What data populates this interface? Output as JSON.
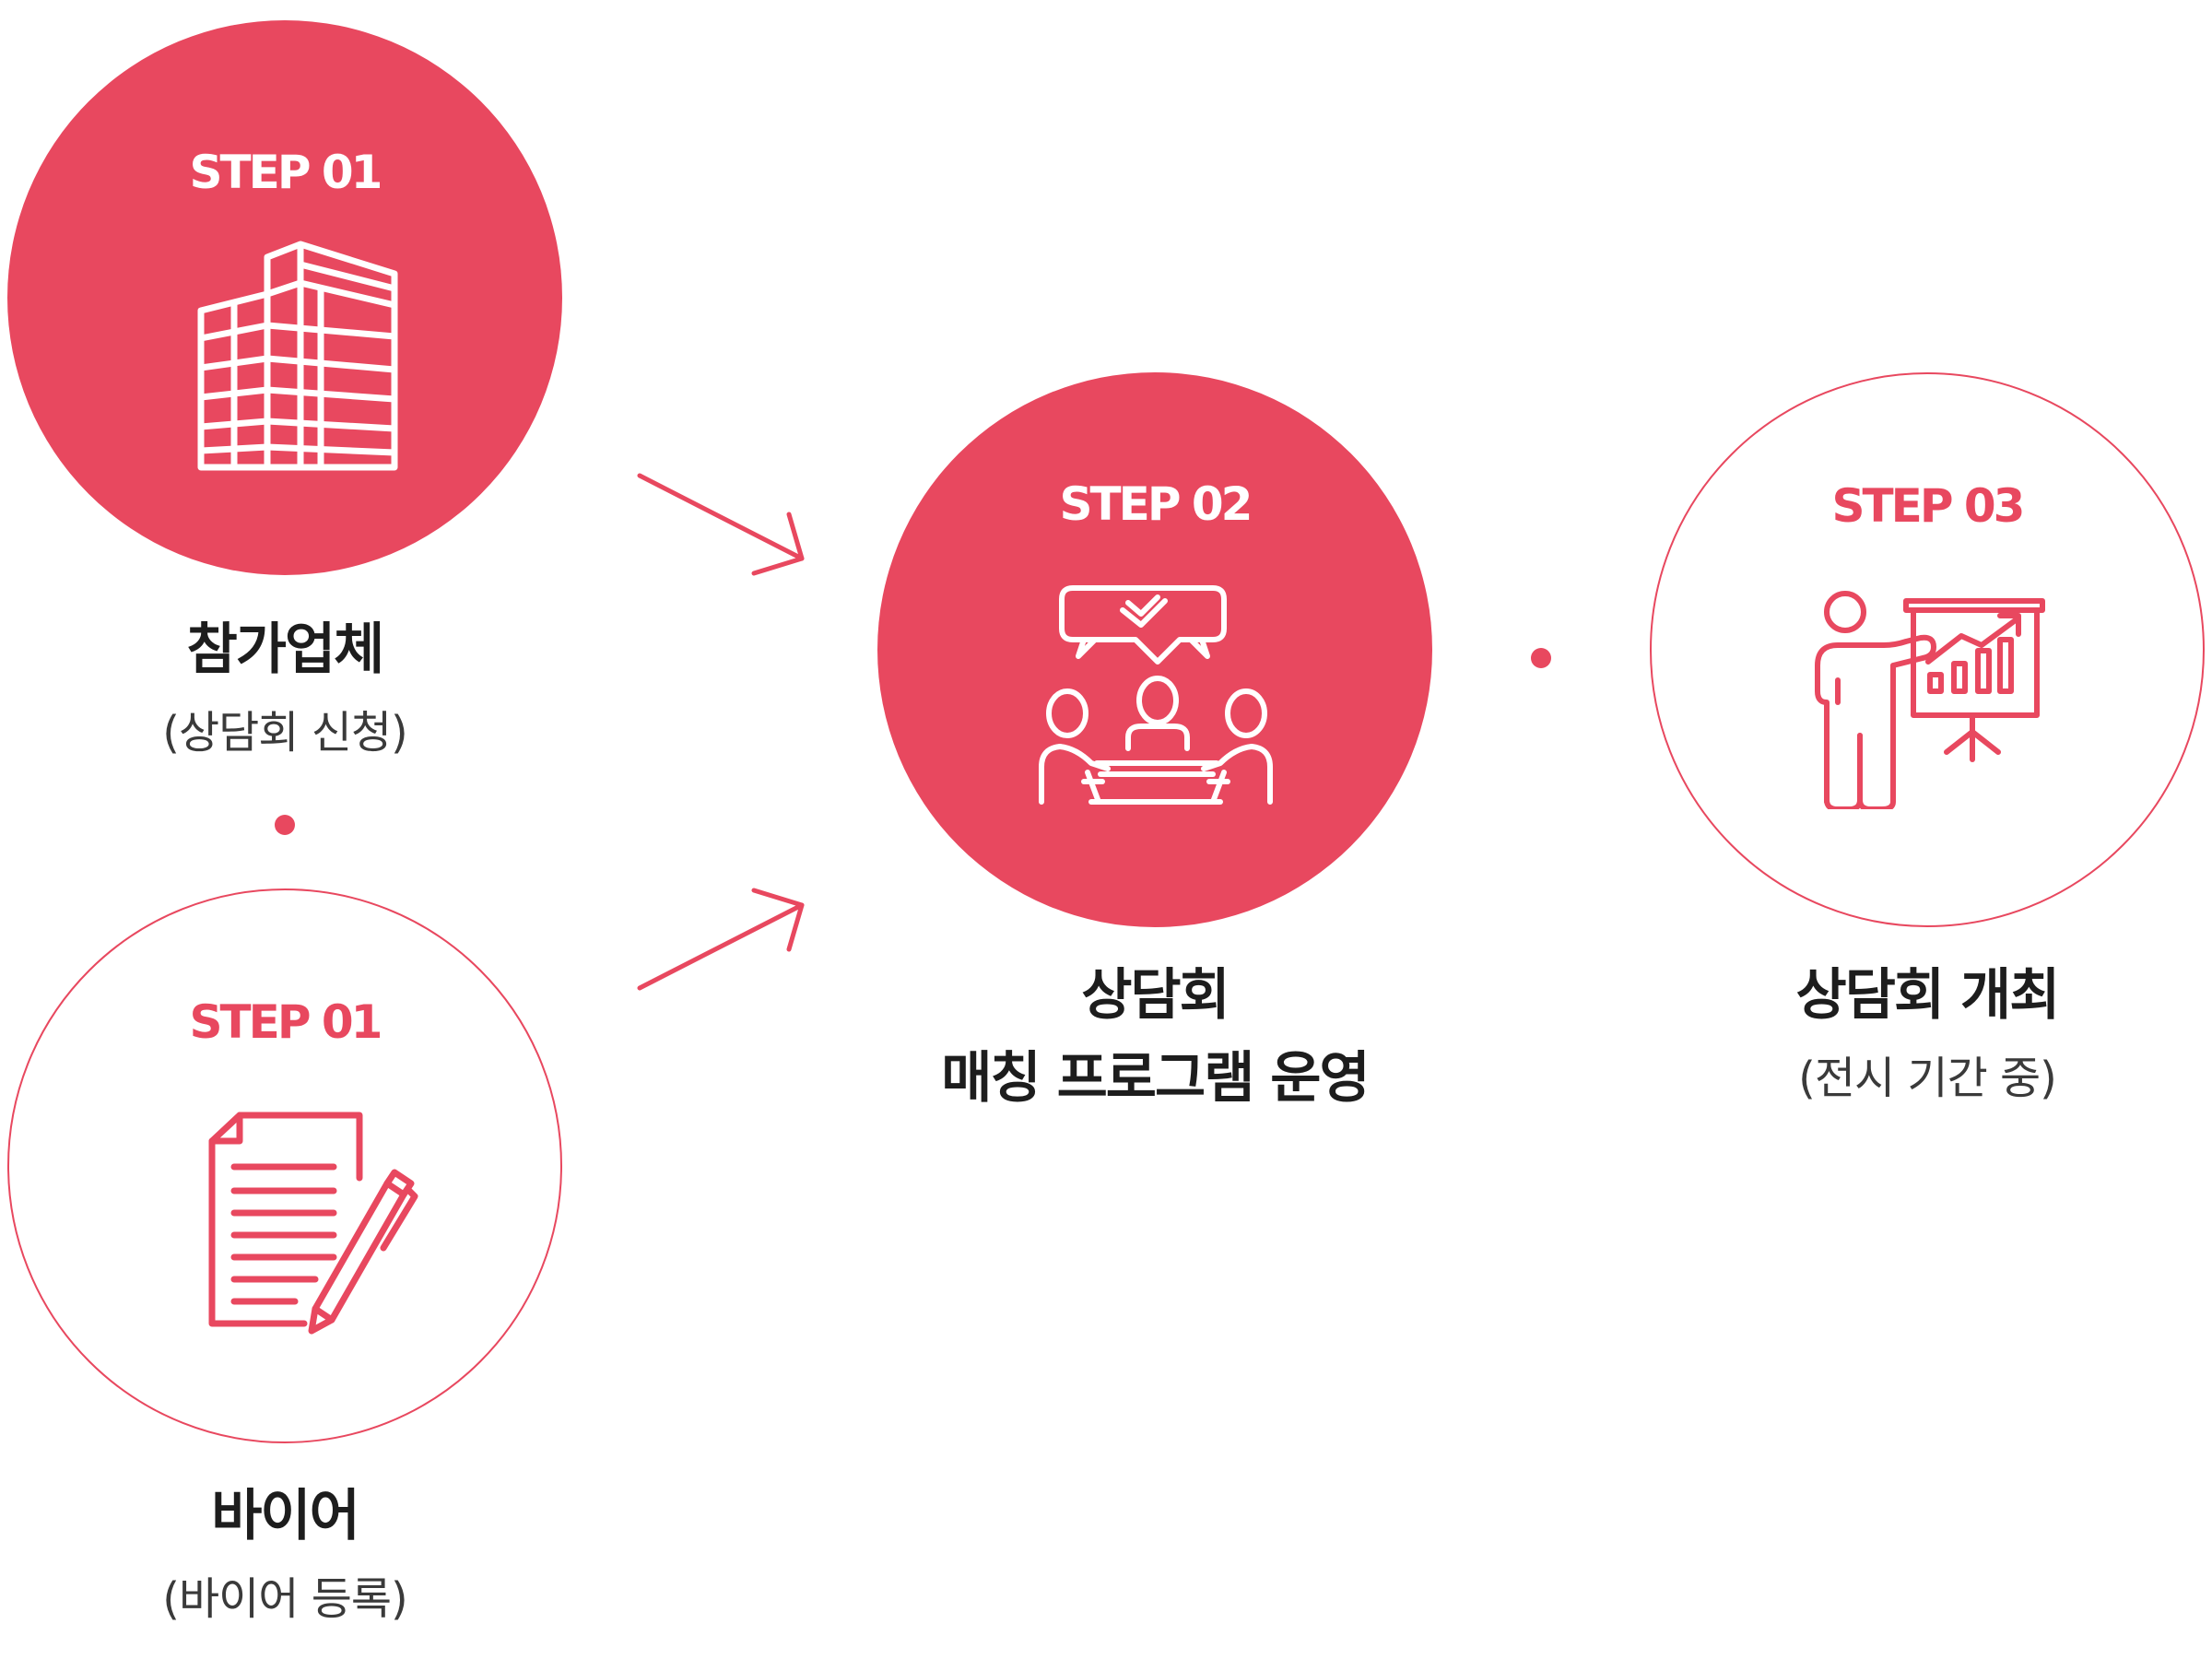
{
  "colors": {
    "accent": "#e8485f",
    "text": "#1d1d1d",
    "subtext": "#3a3a3a"
  },
  "steps": [
    {
      "step_label": "STEP 01",
      "icon": "building-icon",
      "title": "참가업체",
      "subtitle": "(상담회 신청)"
    },
    {
      "step_label": "STEP 01",
      "icon": "document-pen-icon",
      "title": "바이어",
      "subtitle": "(바이어 등록)"
    },
    {
      "step_label": "STEP 02",
      "icon": "meeting-icon",
      "title_line1": "상담회",
      "title_line2": "매칭 프로그램 운영"
    },
    {
      "step_label": "STEP 03",
      "icon": "presentation-icon",
      "title": "상담회 개최",
      "subtitle": "(전시 기간 중)"
    }
  ]
}
